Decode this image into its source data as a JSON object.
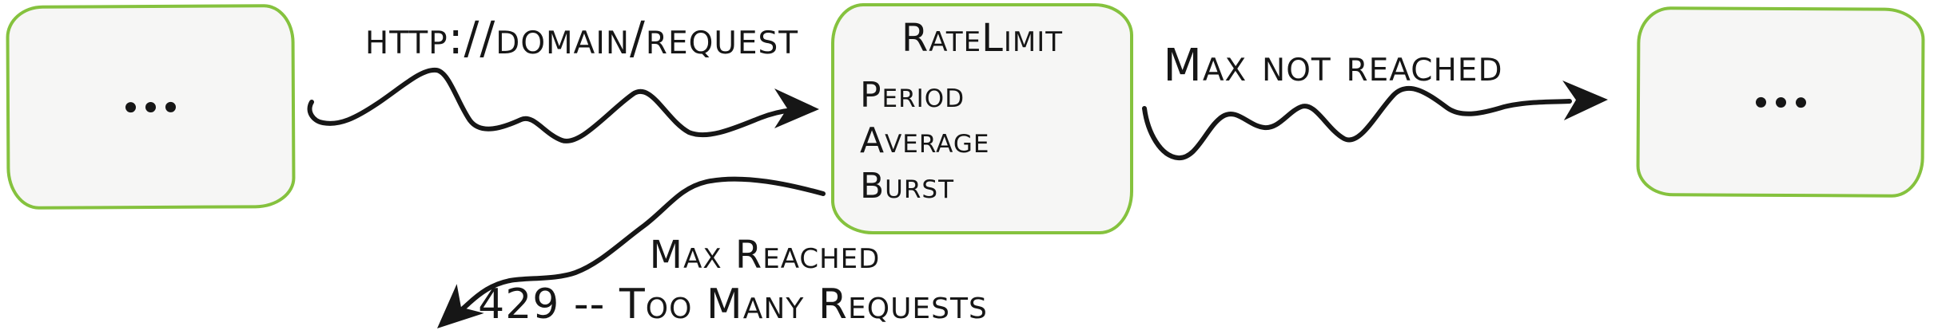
{
  "diagram": {
    "title_hint": "HTTP rate-limit middleware flow",
    "colors": {
      "background": "#ffffff",
      "shape_stroke_green": "#85c23e",
      "shape_fill": "#f6f6f5",
      "ink": "#161616"
    },
    "nodes": {
      "upstream": {
        "label": "..."
      },
      "ratelimit": {
        "title": "RateLimit",
        "fields": [
          "Period",
          "Average",
          "Burst"
        ]
      },
      "downstream": {
        "label": "..."
      }
    },
    "edges": {
      "request": {
        "label": "http://domain/request",
        "from": "upstream",
        "to": "ratelimit"
      },
      "max_not_reached": {
        "label": "Max not reached",
        "from": "ratelimit",
        "to": "downstream"
      },
      "max_reached": {
        "label": "Max Reached",
        "status_label": "429 -- Too Many Requests",
        "from": "ratelimit",
        "to": "rejected"
      }
    }
  }
}
